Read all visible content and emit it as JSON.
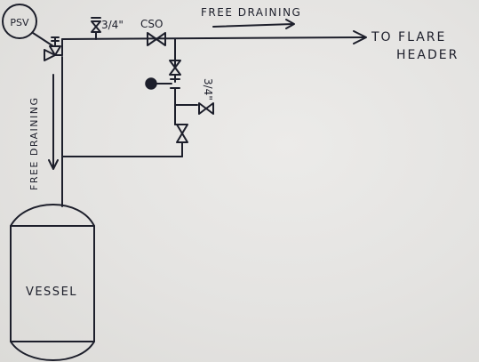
{
  "labels": {
    "psv": "PSV",
    "valve_size_top": "3/4\"",
    "cso": "CSO",
    "free_draining_top": "FREE DRAINING",
    "to_flare": "TO FLARE",
    "header": "HEADER",
    "valve_size_drain": "3/4\"",
    "free_draining_side": "FREE DRAINING",
    "vessel": "VESSEL"
  },
  "colors": {
    "ink": "#1d1f2b",
    "paper": "#e6e5e3"
  }
}
